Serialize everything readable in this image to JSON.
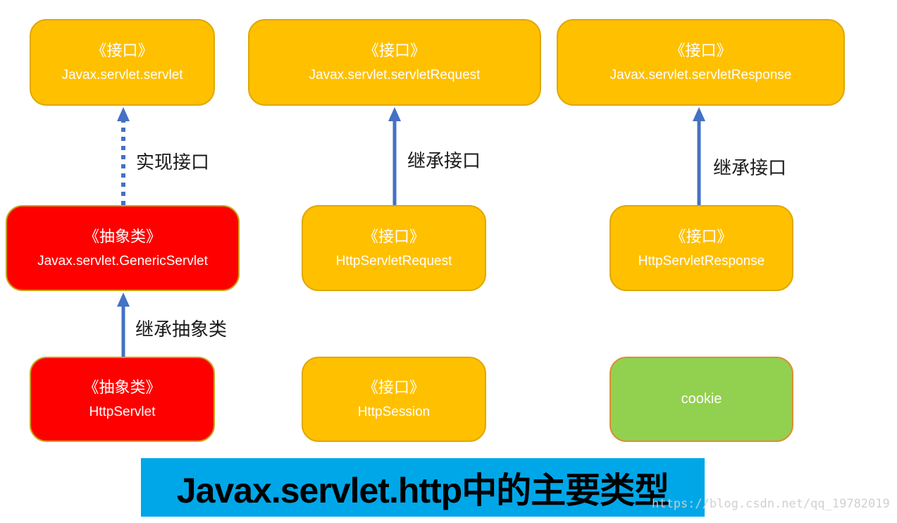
{
  "title_banner": {
    "text": "Javax.servlet.http中的主要类型",
    "bg_color": "#00A7E8",
    "text_color": "#000000"
  },
  "watermark": {
    "text": "https://blog.csdn.net/qq_19782019"
  },
  "colors": {
    "interface_fill": "#FFC000",
    "interface_border": "#DFA800",
    "abstract_fill": "#FE0000",
    "abstract_border": "#C9A21B",
    "green_fill": "#92D050",
    "green_border": "#DC8E33",
    "arrow": "#4472C4",
    "label_text": "#1A1A1A"
  },
  "boxes": [
    {
      "stereotype": "《接口》",
      "name": "Javax.servlet.servlet",
      "kind": "interface"
    },
    {
      "stereotype": "《接口》",
      "name": "Javax.servlet.servletRequest",
      "kind": "interface"
    },
    {
      "stereotype": "《接口》",
      "name": "Javax.servlet.servletResponse",
      "kind": "interface"
    },
    {
      "stereotype": "《抽象类》",
      "name": "Javax.servlet.GenericServlet",
      "kind": "abstract"
    },
    {
      "stereotype": "《接口》",
      "name": "HttpServletRequest",
      "kind": "interface"
    },
    {
      "stereotype": "《接口》",
      "name": "HttpServletResponse",
      "kind": "interface"
    },
    {
      "stereotype": "《抽象类》",
      "name": "HttpServlet",
      "kind": "abstract"
    },
    {
      "stereotype": "《接口》",
      "name": "HttpSession",
      "kind": "interface"
    },
    {
      "stereotype": "",
      "name": "cookie",
      "kind": "green"
    }
  ],
  "edges": [
    {
      "label": "实现接口",
      "style": "dotted",
      "from": "GenericServlet",
      "to": "Javax.servlet.servlet"
    },
    {
      "label": "继承接口",
      "style": "solid",
      "from": "HttpServletRequest",
      "to": "Javax.servlet.servletRequest"
    },
    {
      "label": "继承接口",
      "style": "solid",
      "from": "HttpServletResponse",
      "to": "Javax.servlet.servletResponse"
    },
    {
      "label": "继承抽象类",
      "style": "solid",
      "from": "HttpServlet",
      "to": "Javax.servlet.GenericServlet"
    }
  ]
}
